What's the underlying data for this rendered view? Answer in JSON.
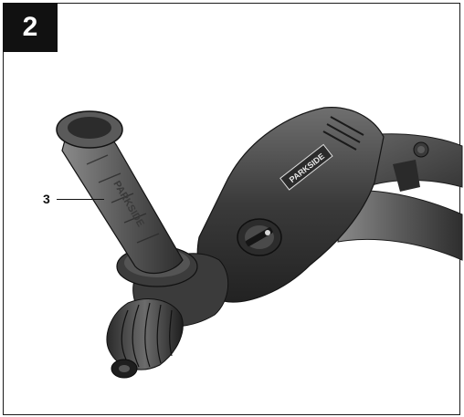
{
  "figure": {
    "number": "2"
  },
  "callouts": [
    {
      "number": "3"
    }
  ],
  "illustration": {
    "brand_logo_text": "PARKSIDE",
    "handle_brand_text": "PARKSIDE"
  }
}
